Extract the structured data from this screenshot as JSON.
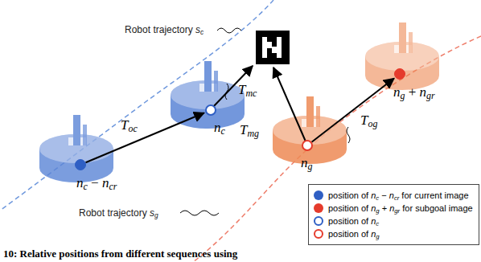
{
  "diagram": {
    "caption": "10: Relative positions from different sequences using",
    "nodes": [
      {
        "text": [
          "nc − ncr"
        ]
      },
      {
        "text": [
          "nc"
        ]
      },
      {
        "text": [
          "ng"
        ]
      },
      {
        "text": [
          "ng + ngr"
        ]
      }
    ],
    "edges": [
      {
        "from": 0,
        "to": 1,
        "arrow": "to",
        "label": "Toc"
      },
      {
        "from": 2,
        "to": 3,
        "arrow": "to",
        "label": "Tog"
      }
    ],
    "labels": [
      "Robot trajectory sc",
      "Robot trajectory sg",
      "Tmc",
      "Tmg"
    ],
    "legend": [
      {
        "text": "position of nc − ncr for current image",
        "color": "#2f5fc4"
      },
      {
        "text": "position of ng + ngr for subgoal image",
        "color": "#e53b2c"
      },
      {
        "text": "position of nc"
      },
      {
        "text": "position of ng"
      }
    ]
  }
}
